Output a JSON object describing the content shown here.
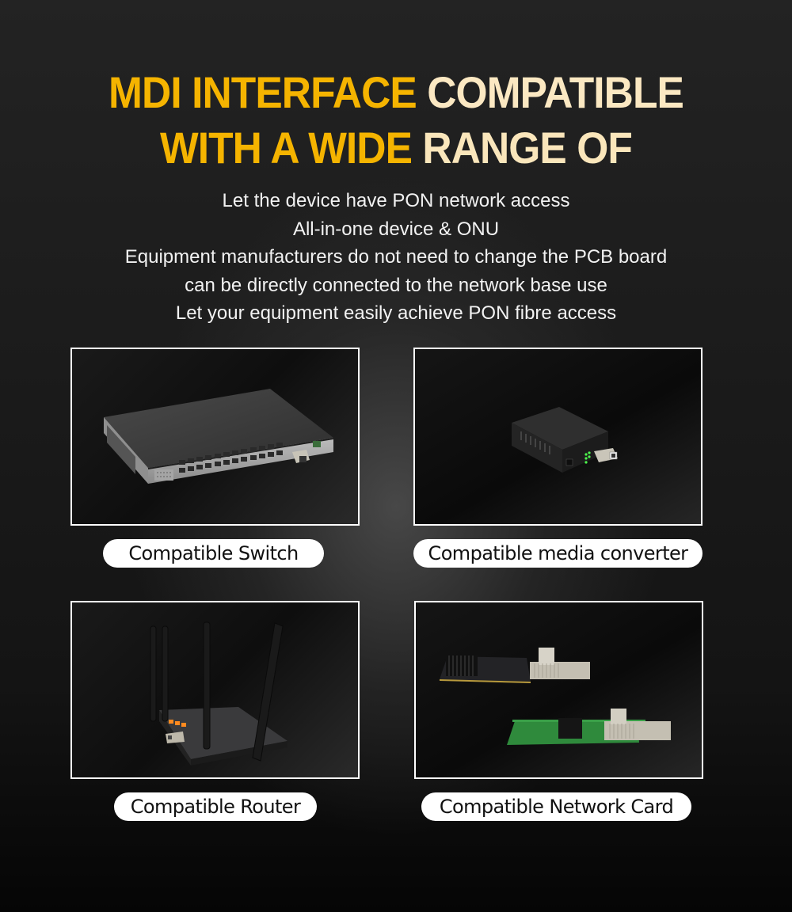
{
  "title": {
    "line1_gold": "MDI INTERFACE",
    "line1_cream": "COMPATIBLE",
    "line2_gold": "WITH A WIDE",
    "line2_cream": "RANGE OF",
    "colors": {
      "gold": "#f5b400",
      "cream": "#fae6bb"
    }
  },
  "subtitle": {
    "lines": [
      "Let the device have PON network access",
      "All-in-one device & ONU",
      "Equipment manufacturers do not need to change the PCB board",
      "can be directly connected to the network base use",
      "Let your equipment easily achieve PON fibre access"
    ]
  },
  "cards": [
    {
      "id": "switch",
      "label": "Compatible Switch",
      "image": "network-switch-with-sfp-module"
    },
    {
      "id": "converter",
      "label": "Compatible media converter",
      "image": "media-converter-with-sfp-module"
    },
    {
      "id": "router",
      "label": "Compatible Router",
      "image": "four-antenna-router-with-sfp-module"
    },
    {
      "id": "nic",
      "label": "Compatible Network Card",
      "image": "two-pcie-network-cards-with-sfp-cages"
    }
  ]
}
